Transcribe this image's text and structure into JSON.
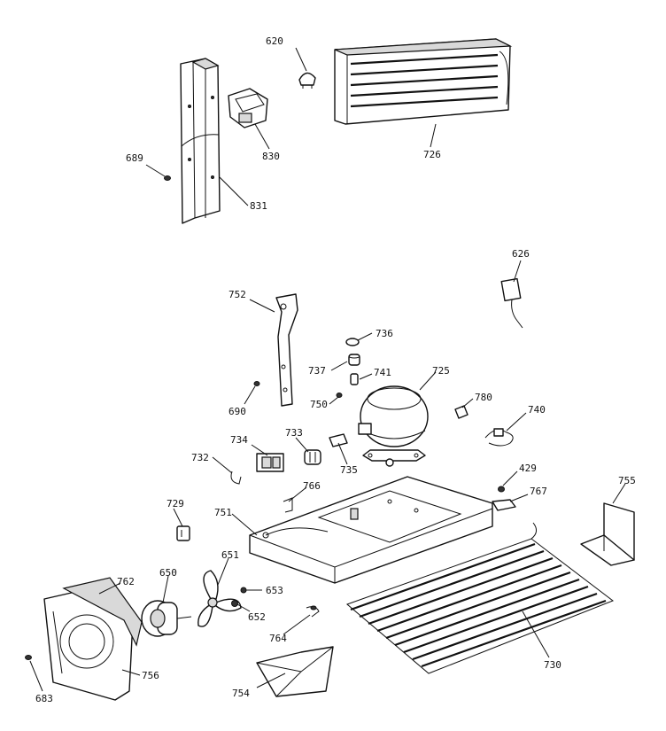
{
  "diagram": {
    "callouts": [
      {
        "id": "620",
        "text": "620"
      },
      {
        "id": "726",
        "text": "726"
      },
      {
        "id": "689",
        "text": "689"
      },
      {
        "id": "830",
        "text": "830"
      },
      {
        "id": "831",
        "text": "831"
      },
      {
        "id": "626",
        "text": "626"
      },
      {
        "id": "752",
        "text": "752"
      },
      {
        "id": "736",
        "text": "736"
      },
      {
        "id": "737",
        "text": "737"
      },
      {
        "id": "741",
        "text": "741"
      },
      {
        "id": "725",
        "text": "725"
      },
      {
        "id": "690",
        "text": "690"
      },
      {
        "id": "750",
        "text": "750"
      },
      {
        "id": "780",
        "text": "780"
      },
      {
        "id": "740",
        "text": "740"
      },
      {
        "id": "733",
        "text": "733"
      },
      {
        "id": "734",
        "text": "734"
      },
      {
        "id": "732",
        "text": "732"
      },
      {
        "id": "735",
        "text": "735"
      },
      {
        "id": "429",
        "text": "429"
      },
      {
        "id": "767",
        "text": "767"
      },
      {
        "id": "755",
        "text": "755"
      },
      {
        "id": "766",
        "text": "766"
      },
      {
        "id": "729",
        "text": "729"
      },
      {
        "id": "751",
        "text": "751"
      },
      {
        "id": "651",
        "text": "651"
      },
      {
        "id": "762",
        "text": "762"
      },
      {
        "id": "650",
        "text": "650"
      },
      {
        "id": "653",
        "text": "653"
      },
      {
        "id": "652",
        "text": "652"
      },
      {
        "id": "764",
        "text": "764"
      },
      {
        "id": "730",
        "text": "730"
      },
      {
        "id": "683",
        "text": "683"
      },
      {
        "id": "756",
        "text": "756"
      },
      {
        "id": "754",
        "text": "754"
      }
    ]
  }
}
